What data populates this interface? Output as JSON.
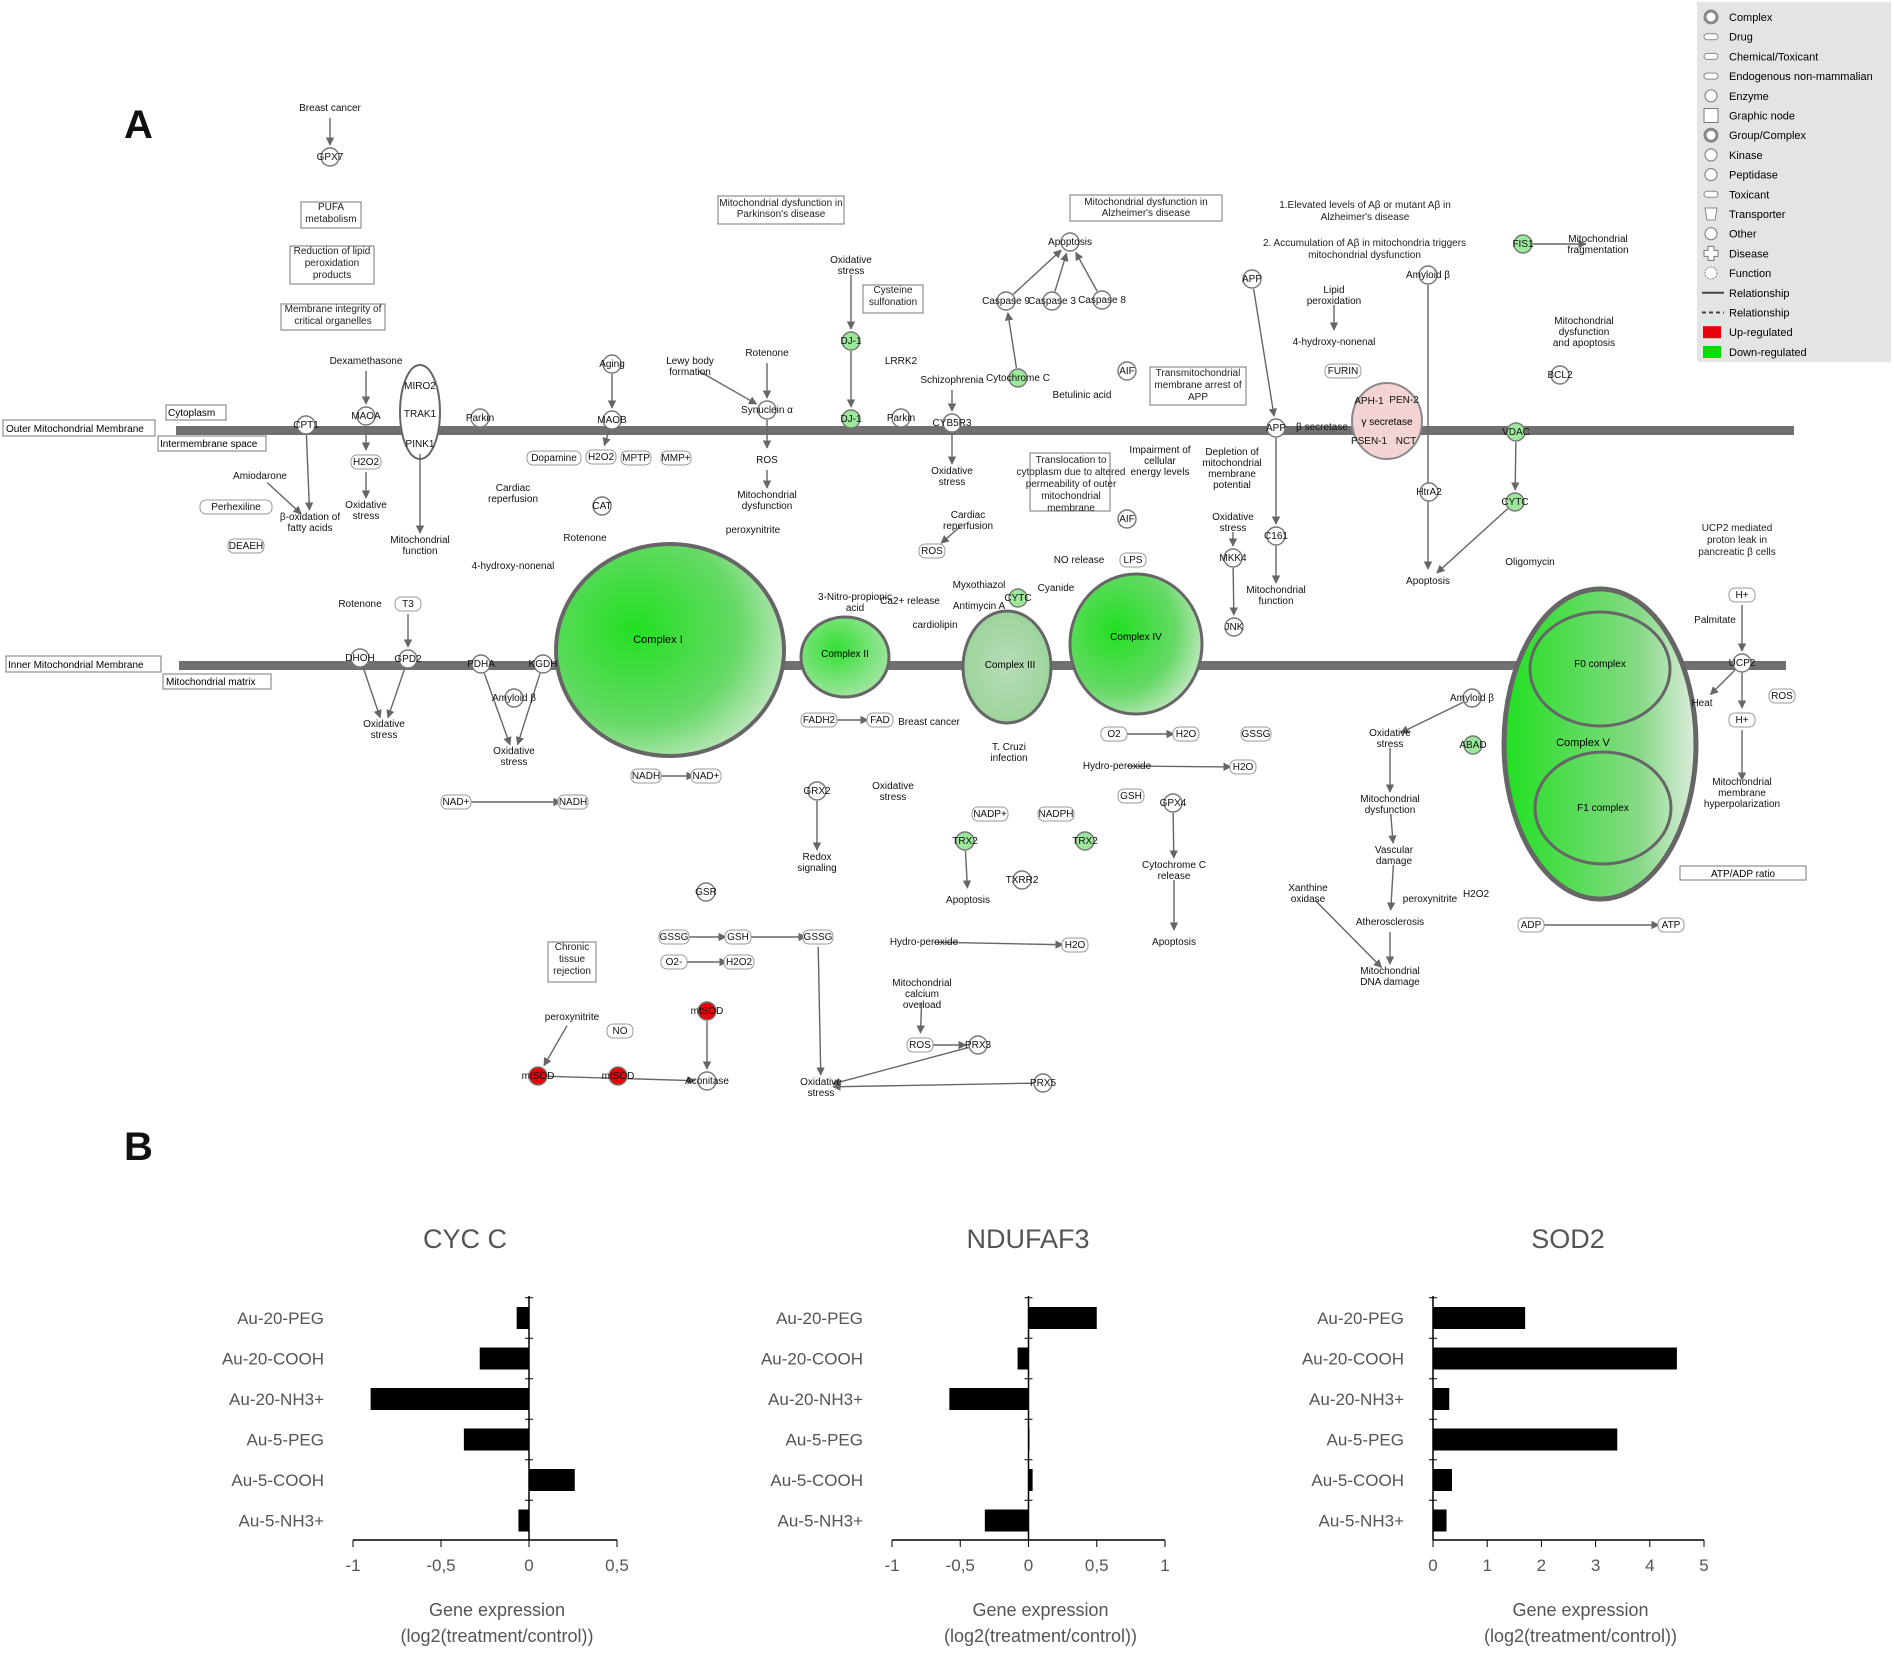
{
  "panel_labels": {
    "a": "A",
    "b": "B"
  },
  "legend": {
    "items": [
      {
        "label": "Complex",
        "icon": "complex-icon"
      },
      {
        "label": "Drug",
        "icon": "drug-icon"
      },
      {
        "label": "Chemical/Toxicant",
        "icon": "chemical-icon"
      },
      {
        "label": "Endogenous non-mammalian",
        "icon": "endogenous-icon"
      },
      {
        "label": "Enzyme",
        "icon": "enzyme-icon"
      },
      {
        "label": "Graphic node",
        "icon": "graphic-node-icon"
      },
      {
        "label": "Group/Complex",
        "icon": "group-complex-icon"
      },
      {
        "label": "Kinase",
        "icon": "kinase-icon"
      },
      {
        "label": "Peptidase",
        "icon": "peptidase-icon"
      },
      {
        "label": "Toxicant",
        "icon": "toxicant-icon"
      },
      {
        "label": "Transporter",
        "icon": "transporter-icon"
      },
      {
        "label": "Other",
        "icon": "other-icon"
      },
      {
        "label": "Disease",
        "icon": "disease-icon"
      },
      {
        "label": "Function",
        "icon": "function-icon"
      },
      {
        "label": "Relationship",
        "icon": "solid-line-icon"
      },
      {
        "label": "Relationship",
        "icon": "dashed-line-icon"
      },
      {
        "label": "Up-regulated",
        "icon": "up-swatch-icon"
      },
      {
        "label": "Down-regulated",
        "icon": "down-swatch-icon"
      }
    ],
    "colors": {
      "up": "#e8000b",
      "down": "#00dd00"
    }
  },
  "membranes": {
    "outer": "Outer Mitochondrial Membrane",
    "inner": "Inner Mitochondrial Membrane",
    "cytoplasm": "Cytoplasm",
    "intermembrane": "Intermembrane space",
    "matrix": "Mitochondrial matrix"
  },
  "boxes": {
    "parkinson": "Mitochondrial dysfunction in Parkinson's disease",
    "alzheimer": "Mitochondrial dysfunction in Alzheimer's disease",
    "ab_text_1": "1.Elevated levels of Aβ or mutant Aβ in Alzheimer's disease",
    "ab_text_2": "2. Accumulation of Aβ in mitochondria triggers mitochondrial dysfunction",
    "ucp2_text": "UCP2 mediated proton leak in pancreatic β cells",
    "atp_adp": "ATP/ADP ratio",
    "translocation": "Translocation to cytoplasm due to altered permeability of outer mitochondrial membrane",
    "transmito": "Transmitochondrial membrane arrest of APP",
    "pufa": "PUFA metabolism",
    "reduction": "Reduction of lipid peroxidation products",
    "membrane_integrity": "Membrane integrity of critical organelles",
    "chronic": "Chronic tissue rejection",
    "cysteine": "Cysteine sulfonation"
  },
  "complexes": {
    "c1": "Complex I",
    "c2": "Complex II",
    "c3": "Complex III",
    "c4": "Complex IV",
    "c5": "Complex V",
    "f0": "F0 complex",
    "f1": "F1 complex",
    "gsec": "γ secretase"
  },
  "charts": [
    {
      "title": "CYC C",
      "xlabel_1": "Gene expression",
      "xlabel_2": "(log2(treatment/control))",
      "xlim": [
        -1,
        0.5
      ],
      "ticks": [
        "-1",
        "-0,5",
        "0",
        "0,5"
      ],
      "tick_values": [
        -1,
        -0.5,
        0,
        0.5
      ]
    },
    {
      "title": "NDUFAF3",
      "xlabel_1": "Gene expression",
      "xlabel_2": "(log2(treatment/control))",
      "xlim": [
        -1,
        1
      ],
      "ticks": [
        "-1",
        "-0,5",
        "0",
        "0,5",
        "1"
      ],
      "tick_values": [
        -1,
        -0.5,
        0,
        0.5,
        1
      ]
    },
    {
      "title": "SOD2",
      "xlabel_1": "Gene expression",
      "xlabel_2": "(log2(treatment/control))",
      "xlim": [
        0,
        5
      ],
      "ticks": [
        "0",
        "1",
        "2",
        "3",
        "4",
        "5"
      ],
      "tick_values": [
        0,
        1,
        2,
        3,
        4,
        5
      ]
    }
  ],
  "chart_data": [
    {
      "type": "bar",
      "orientation": "horizontal",
      "title": "CYC C",
      "xlabel": "Gene expression (log2(treatment/control))",
      "categories": [
        "Au-20-PEG",
        "Au-20-COOH",
        "Au-20-NH3+",
        "Au-5-PEG",
        "Au-5-COOH",
        "Au-5-NH3+"
      ],
      "values": [
        -0.07,
        -0.28,
        -0.9,
        -0.37,
        0.26,
        -0.06
      ],
      "xlim": [
        -1,
        0.5
      ],
      "grid": false,
      "color": "#000000"
    },
    {
      "type": "bar",
      "orientation": "horizontal",
      "title": "NDUFAF3",
      "xlabel": "Gene expression (log2(treatment/control))",
      "categories": [
        "Au-20-PEG",
        "Au-20-COOH",
        "Au-20-NH3+",
        "Au-5-PEG",
        "Au-5-COOH",
        "Au-5-NH3+"
      ],
      "values": [
        0.5,
        -0.08,
        -0.58,
        0.0,
        0.03,
        -0.32
      ],
      "xlim": [
        -1,
        1
      ],
      "grid": false,
      "color": "#000000"
    },
    {
      "type": "bar",
      "orientation": "horizontal",
      "title": "SOD2",
      "xlabel": "Gene expression (log2(treatment/control))",
      "categories": [
        "Au-20-PEG",
        "Au-20-COOH",
        "Au-20-NH3+",
        "Au-5-PEG",
        "Au-5-COOH",
        "Au-5-NH3+"
      ],
      "values": [
        1.7,
        4.5,
        0.3,
        3.4,
        0.35,
        0.25
      ],
      "xlim": [
        0,
        5
      ],
      "grid": false,
      "color": "#000000"
    }
  ],
  "nodes": [
    {
      "id": "breast_cancer",
      "label": "Breast cancer",
      "color": "#f5f5f5"
    },
    {
      "id": "gpx7",
      "label": "GPX7",
      "color": "#ffffff"
    },
    {
      "id": "dexamethasone",
      "label": "Dexamethasone",
      "color": "#ffffff"
    },
    {
      "id": "maoa",
      "label": "MAOA",
      "color": "#ffffff"
    },
    {
      "id": "h2o2_a",
      "label": "H2O2",
      "color": "#ffffff"
    },
    {
      "id": "ox_stress_a",
      "label": "Oxidative stress",
      "color": "#ffffff"
    },
    {
      "id": "miro2",
      "label": "MIRO2",
      "color": "#ffffff"
    },
    {
      "id": "trak1",
      "label": "TRAK1",
      "color": "#ffffff"
    },
    {
      "id": "pink1",
      "label": "PINK1",
      "color": "#ffffff"
    },
    {
      "id": "mito_function",
      "label": "Mitochondrial function",
      "color": "#ffffff"
    },
    {
      "id": "cpt1",
      "label": "CPT1",
      "color": "#ffffff"
    },
    {
      "id": "amiodarone",
      "label": "Amiodarone",
      "color": "#ffffff"
    },
    {
      "id": "perhexiline",
      "label": "Perhexiline",
      "color": "#ffffff"
    },
    {
      "id": "deaeh",
      "label": "DEAEH",
      "color": "#ffffff"
    },
    {
      "id": "beta_ox",
      "label": "β-oxidation of fatty acids",
      "color": "#ffffff"
    },
    {
      "id": "parkin_a",
      "label": "Parkin",
      "color": "#ffffff"
    },
    {
      "id": "aging",
      "label": "Aging",
      "color": "#ffffff"
    },
    {
      "id": "maob",
      "label": "MAOB",
      "color": "#ffffff"
    },
    {
      "id": "dopamine",
      "label": "Dopamine",
      "color": "#ffffff"
    },
    {
      "id": "h2o2_b",
      "label": "H2O2",
      "color": "#ffffff"
    },
    {
      "id": "mptp",
      "label": "MPTP",
      "color": "#ffffff"
    },
    {
      "id": "mmp",
      "label": "MMP+",
      "color": "#ffffff"
    },
    {
      "id": "cat",
      "label": "CAT",
      "color": "#ffffff"
    },
    {
      "id": "rotenone_a",
      "label": "Rotenone",
      "color": "#ffffff"
    },
    {
      "id": "cardiac_rep_a",
      "label": "Cardiac reperfusion",
      "color": "#ffffff"
    },
    {
      "id": "hne_a",
      "label": "4-hydroxy-nonenal",
      "color": "#ffffff"
    },
    {
      "id": "lewy",
      "label": "Lewy body formation",
      "color": "#ffffff"
    },
    {
      "id": "rotenone_b",
      "label": "Rotenone",
      "color": "#ffffff"
    },
    {
      "id": "synuclein",
      "label": "Synuclein α",
      "color": "#ffffff"
    },
    {
      "id": "ros_a",
      "label": "ROS",
      "color": "#ffffff"
    },
    {
      "id": "mito_dysf_a",
      "label": "Mitochondrial dysfunction",
      "color": "#ffffff"
    },
    {
      "id": "peroxynitrite_a",
      "label": "peroxynitrite",
      "color": "#ffffff"
    },
    {
      "id": "ox_stress_dj",
      "label": "Oxidative stress",
      "color": "#ffffff"
    },
    {
      "id": "dj1_a",
      "label": "DJ-1",
      "color": "#9be89b"
    },
    {
      "id": "dj1_b",
      "label": "DJ-1",
      "color": "#9be89b"
    },
    {
      "id": "lrrk2",
      "label": "LRRK2",
      "color": "#ffffff"
    },
    {
      "id": "parkin_b",
      "label": "Parkin",
      "color": "#ffffff"
    },
    {
      "id": "schizophrenia",
      "label": "Schizophrenia",
      "color": "#ffffff"
    },
    {
      "id": "cyb5r3",
      "label": "CYB5R3",
      "color": "#ffffff"
    },
    {
      "id": "ox_stress_b",
      "label": "Oxidative stress",
      "color": "#ffffff"
    },
    {
      "id": "cardiac_rep_b",
      "label": "Cardiac reperfusion",
      "color": "#ffffff"
    },
    {
      "id": "ros_b",
      "label": "ROS",
      "color": "#ffffff"
    },
    {
      "id": "nitro",
      "label": "3-Nitro-propionic acid",
      "color": "#ffffff"
    },
    {
      "id": "ca2",
      "label": "Ca2+ release",
      "color": "#ffffff"
    },
    {
      "id": "myxothiazol",
      "label": "Myxothiazol",
      "color": "#ffffff"
    },
    {
      "id": "antimycin",
      "label": "Antimycin A",
      "color": "#ffffff"
    },
    {
      "id": "cytc_a",
      "label": "CYTC",
      "color": "#9be89b"
    },
    {
      "id": "cyanide",
      "label": "Cyanide",
      "color": "#ffffff"
    },
    {
      "id": "cardiolipin",
      "label": "cardiolipin",
      "color": "#ffffff"
    },
    {
      "id": "cytochrome_c",
      "label": "Cytochrome C",
      "color": "#9be89b"
    },
    {
      "id": "apoptosis_a",
      "label": "Apoptosis",
      "color": "#ffffff"
    },
    {
      "id": "casp9",
      "label": "Caspase 9",
      "color": "#ffffff"
    },
    {
      "id": "casp3",
      "label": "Caspase 3",
      "color": "#ffffff"
    },
    {
      "id": "casp8",
      "label": "Caspase 8",
      "color": "#ffffff"
    },
    {
      "id": "betulinic",
      "label": "Betulinic acid",
      "color": "#ffffff"
    },
    {
      "id": "aif_a",
      "label": "AIF",
      "color": "#ffffff"
    },
    {
      "id": "aif_b",
      "label": "AIF",
      "color": "#ffffff"
    },
    {
      "id": "impairment",
      "label": "Impairment of cellular energy levels",
      "color": "#ffffff"
    },
    {
      "id": "depletion",
      "label": "Depletion of mitochondrial membrane potential",
      "color": "#ffffff"
    },
    {
      "id": "no_release",
      "label": "NO release",
      "color": "#ffffff"
    },
    {
      "id": "lps",
      "label": "LPS",
      "color": "#ffffff"
    },
    {
      "id": "ox_stress_c",
      "label": "Oxidative stress",
      "color": "#ffffff"
    },
    {
      "id": "mkk4",
      "label": "MKK4",
      "color": "#ffffff"
    },
    {
      "id": "jnk",
      "label": "JNK",
      "color": "#ffffff"
    },
    {
      "id": "app_a",
      "label": "APP",
      "color": "#ffffff"
    },
    {
      "id": "app_b",
      "label": "APP",
      "color": "#ffffff"
    },
    {
      "id": "beta_secretase",
      "label": "β secretase",
      "color": "#ffffff"
    },
    {
      "id": "c161",
      "label": "C161",
      "color": "#ffffff"
    },
    {
      "id": "mito_function_b",
      "label": "Mitochondrial function",
      "color": "#ffffff"
    },
    {
      "id": "lipid_perox",
      "label": "Lipid peroxidation",
      "color": "#ffffff"
    },
    {
      "id": "hne_b",
      "label": "4-hydroxy-nonenal",
      "color": "#ffffff"
    },
    {
      "id": "furin",
      "label": "FURIN",
      "color": "#ffffff"
    },
    {
      "id": "aph1",
      "label": "APH-1",
      "color": "#ffffff"
    },
    {
      "id": "pen2",
      "label": "PEN-2",
      "color": "#ffffff"
    },
    {
      "id": "psen1",
      "label": "PSEN-1",
      "color": "#ffffff"
    },
    {
      "id": "nct",
      "label": "NCT",
      "color": "#ffffff"
    },
    {
      "id": "htra2",
      "label": "HtrA2",
      "color": "#ffffff"
    },
    {
      "id": "amyloid_b_top",
      "label": "Amyloid β",
      "color": "#ffffff"
    },
    {
      "id": "fis1",
      "label": "FIS1",
      "color": "#9be89b"
    },
    {
      "id": "mito_frag",
      "label": "Mitochondrial fragmentation",
      "color": "#ffffff"
    },
    {
      "id": "mito_dysf_apop",
      "label": "Mitochondrial dysfunction and apoptosis",
      "color": "#ffffff"
    },
    {
      "id": "bcl2",
      "label": "BCL2",
      "color": "#ffffff"
    },
    {
      "id": "vdac",
      "label": "VDAC",
      "color": "#9be89b"
    },
    {
      "id": "cytc_b",
      "label": "CYTC",
      "color": "#9be89b"
    },
    {
      "id": "apoptosis_b",
      "label": "Apoptosis",
      "color": "#ffffff"
    },
    {
      "id": "oligomycin",
      "label": "Oligomycin",
      "color": "#ffffff"
    },
    {
      "id": "amyloid_b",
      "label": "Amyloid β",
      "color": "#ffffff"
    },
    {
      "id": "abad",
      "label": "ABAD",
      "color": "#9be89b"
    },
    {
      "id": "ox_stress_d",
      "label": "Oxidative stress",
      "color": "#ffffff"
    },
    {
      "id": "mito_dysf_b",
      "label": "Mitochondrial dysfunction",
      "color": "#ffffff"
    },
    {
      "id": "vascular",
      "label": "Vascular damage",
      "color": "#ffffff"
    },
    {
      "id": "xanthine",
      "label": "Xanthine oxidase",
      "color": "#ffffff"
    },
    {
      "id": "peroxynitrite_b",
      "label": "peroxynitrite",
      "color": "#ffffff"
    },
    {
      "id": "h2o2_c",
      "label": "H2O2",
      "color": "#ffffff"
    },
    {
      "id": "athero",
      "label": "Atherosclerosis",
      "color": "#ffffff"
    },
    {
      "id": "mito_dna",
      "label": "Mitochondrial DNA damage",
      "color": "#ffffff"
    },
    {
      "id": "h_plus_a",
      "label": "H+",
      "color": "#ffffff"
    },
    {
      "id": "palmitate",
      "label": "Palmitate",
      "color": "#ffffff"
    },
    {
      "id": "ucp2",
      "label": "UCP2",
      "color": "#ffffff"
    },
    {
      "id": "heat",
      "label": "Heat",
      "color": "#ffffff"
    },
    {
      "id": "ros_c",
      "label": "ROS",
      "color": "#ffffff"
    },
    {
      "id": "h_plus_b",
      "label": "H+",
      "color": "#ffffff"
    },
    {
      "id": "mito_hyper",
      "label": "Mitochondrial membrane hyperpolarization",
      "color": "#ffffff"
    },
    {
      "id": "adp",
      "label": "ADP",
      "color": "#ffffff"
    },
    {
      "id": "atp",
      "label": "ATP",
      "color": "#ffffff"
    },
    {
      "id": "rotenone_c",
      "label": "Rotenone",
      "color": "#ffffff"
    },
    {
      "id": "t3",
      "label": "T3",
      "color": "#ffffff"
    },
    {
      "id": "dhodh",
      "label": "DHOH",
      "color": "#ffffff"
    },
    {
      "id": "gpd2",
      "label": "GPD2",
      "color": "#ffffff"
    },
    {
      "id": "ox_stress_e",
      "label": "Oxidative stress",
      "color": "#ffffff"
    },
    {
      "id": "pdha",
      "label": "PDHA",
      "color": "#ffffff"
    },
    {
      "id": "kgdh",
      "label": "KGDH",
      "color": "#ffffff"
    },
    {
      "id": "amyloid_b_left",
      "label": "Amyloid β",
      "color": "#ffffff"
    },
    {
      "id": "ox_stress_f",
      "label": "Oxidative stress",
      "color": "#ffffff"
    },
    {
      "id": "nad_a",
      "label": "NAD+",
      "color": "#ffffff"
    },
    {
      "id": "nadh_a",
      "label": "NADH",
      "color": "#ffffff"
    },
    {
      "id": "nadh_b",
      "label": "NADH",
      "color": "#ffffff"
    },
    {
      "id": "nad_b",
      "label": "NAD+",
      "color": "#ffffff"
    },
    {
      "id": "fadh2",
      "label": "FADH2",
      "color": "#ffffff"
    },
    {
      "id": "fad",
      "label": "FAD",
      "color": "#ffffff"
    },
    {
      "id": "breast_cancer_b",
      "label": "Breast cancer",
      "color": "#ffffff"
    },
    {
      "id": "t_cruzi",
      "label": "T. Cruzi infection",
      "color": "#ffffff"
    },
    {
      "id": "o2",
      "label": "O2",
      "color": "#ffffff"
    },
    {
      "id": "h2o_a",
      "label": "H2O",
      "color": "#ffffff"
    },
    {
      "id": "gssg_a",
      "label": "GSSG",
      "color": "#ffffff"
    },
    {
      "id": "hydroperoxide_a",
      "label": "Hydro-peroxide",
      "color": "#ffffff"
    },
    {
      "id": "h2o_b",
      "label": "H2O",
      "color": "#ffffff"
    },
    {
      "id": "gsh_a",
      "label": "GSH",
      "color": "#ffffff"
    },
    {
      "id": "gpx4",
      "label": "GPX4",
      "color": "#ffffff"
    },
    {
      "id": "cytc_release",
      "label": "Cytochrome C release",
      "color": "#ffffff"
    },
    {
      "id": "apoptosis_c",
      "label": "Apoptosis",
      "color": "#ffffff"
    },
    {
      "id": "grx2",
      "label": "GRX2",
      "color": "#ffffff"
    },
    {
      "id": "ox_stress_g",
      "label": "Oxidative stress",
      "color": "#ffffff"
    },
    {
      "id": "redox",
      "label": "Redox signaling",
      "color": "#ffffff"
    },
    {
      "id": "nadp",
      "label": "NADP+",
      "color": "#ffffff"
    },
    {
      "id": "nadph",
      "label": "NADPH",
      "color": "#ffffff"
    },
    {
      "id": "trx2_a",
      "label": "TRX2",
      "color": "#9be89b"
    },
    {
      "id": "trx2_b",
      "label": "TRX2",
      "color": "#9be89b"
    },
    {
      "id": "txnr2",
      "label": "TXRR2",
      "color": "#ffffff"
    },
    {
      "id": "apoptosis_d",
      "label": "Apoptosis",
      "color": "#ffffff"
    },
    {
      "id": "gsr",
      "label": "GSR",
      "color": "#ffffff"
    },
    {
      "id": "gssg_b",
      "label": "GSSG",
      "color": "#ffffff"
    },
    {
      "id": "gsh_b",
      "label": "GSH",
      "color": "#ffffff"
    },
    {
      "id": "gssg_c",
      "label": "GSSG",
      "color": "#ffffff"
    },
    {
      "id": "o2_b",
      "label": "O2-",
      "color": "#ffffff"
    },
    {
      "id": "h2o2_d",
      "label": "H2O2",
      "color": "#ffffff"
    },
    {
      "id": "mtsod_a",
      "label": "mtSOD",
      "color": "#e8000b"
    },
    {
      "id": "peroxynitrite_c",
      "label": "peroxynitrite",
      "color": "#ffffff"
    },
    {
      "id": "mtsod_b",
      "label": "mtSOD",
      "color": "#e8000b"
    },
    {
      "id": "mtsod_c",
      "label": "mtSOD",
      "color": "#e8000b"
    },
    {
      "id": "no",
      "label": "NO",
      "color": "#ffffff"
    },
    {
      "id": "aconitase",
      "label": "Aconitase",
      "color": "#ffffff"
    },
    {
      "id": "hydroperoxide_b",
      "label": "Hydro-peroxide",
      "color": "#ffffff"
    },
    {
      "id": "h2o_c",
      "label": "H2O",
      "color": "#ffffff"
    },
    {
      "id": "calcium",
      "label": "Mitochondrial calcium overload",
      "color": "#ffffff"
    },
    {
      "id": "ros_d",
      "label": "ROS",
      "color": "#ffffff"
    },
    {
      "id": "prx3",
      "label": "PRX3",
      "color": "#ffffff"
    },
    {
      "id": "prx5",
      "label": "PRX5",
      "color": "#ffffff"
    },
    {
      "id": "ox_stress_h",
      "label": "Oxidative stress",
      "color": "#ffffff"
    }
  ]
}
